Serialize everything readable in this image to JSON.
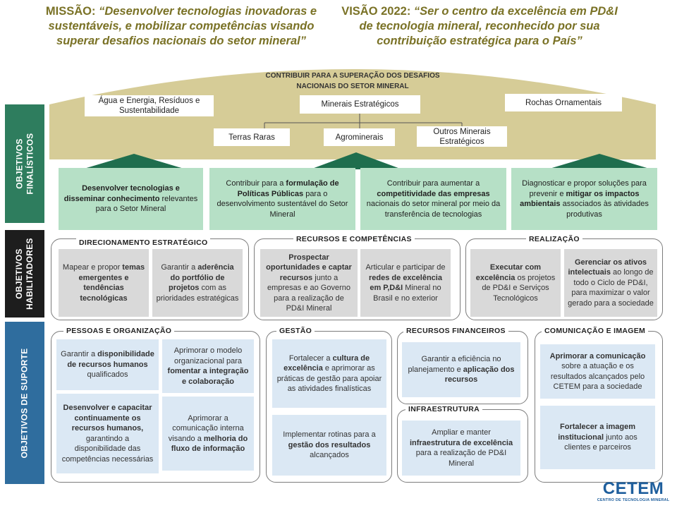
{
  "header": {
    "mission_label": "MISSÃO:",
    "mission_text": "“Desenvolver tecnologias inovadoras e sustentáveis, e mobilizar competências visando superar desafios nacionais do setor mineral”",
    "vision_label": "VISÃO 2022:",
    "vision_text": "“Ser o centro da excelência em PD&I de tecnologia mineral, reconhecido por sua contribuição estratégica para o País”"
  },
  "side_labels": {
    "finalisticos": "OBJETIVOS FINALÍSTICOS",
    "habilitadores": "OBJETIVOS HABILITADORES",
    "suporte": "OBJETIVOS DE SUPORTE"
  },
  "dome": {
    "title": "CONTRIBUIR  PARA A SUPERAÇÃO  DOS DESAFIOS  NACIONAIS DO SETOR MINERAL",
    "top_boxes": [
      "Água e Energia, Resíduos e Sustentabilidade",
      "Minerais Estratégicos",
      "Rochas Ornamentais"
    ],
    "sub_boxes": [
      "Terras Raras",
      "Agrominerais",
      "Outros Minerais Estratégicos"
    ]
  },
  "finalisticos": [
    {
      "pre": "",
      "bold": "Desenvolver tecnologias e disseminar conhecimento",
      "post": " relevantes para o Setor Mineral"
    },
    {
      "pre": "Contribuir para a ",
      "bold": "formulação de Políticas Públicas",
      "post": "  para o desenvolvimento sustentável do Setor Mineral"
    },
    {
      "pre": "Contribuir para aumentar a ",
      "bold": "competitividade das empresas",
      "post": " nacionais do setor mineral por meio da transferência de tecnologias"
    },
    {
      "pre": "Diagnosticar e propor soluções para prevenir e ",
      "bold": "mitigar os impactos ambientais",
      "post": " associados às atividades produtivas"
    }
  ],
  "habilitadores": {
    "direcionamento": {
      "title": "DIRECIONAMENTO  ESTRATÉGICO",
      "items": [
        {
          "pre": "Mapear e propor ",
          "bold": "temas emergentes e tendências tecnológicas",
          "post": ""
        },
        {
          "pre": "Garantir a ",
          "bold": "aderência do portfólio de projetos",
          "post": " com as prioridades estratégicas"
        }
      ]
    },
    "recursos": {
      "title": "RECURSOS  E COMPETÊNCIAS",
      "items": [
        {
          "pre": "",
          "bold": "Prospectar oportunidades e captar recursos",
          "post": " junto a empresas e ao Governo para a realização de PD&I Mineral"
        },
        {
          "pre": "Articular e participar de ",
          "bold": "redes de excelência em P,D&I",
          "post": " Mineral no Brasil e no exterior"
        }
      ]
    },
    "realizacao": {
      "title": "REALIZAÇÃO",
      "items": [
        {
          "pre": "",
          "bold": "Executar com excelência",
          "post": " os projetos de PD&I e Serviços Tecnológicos"
        },
        {
          "pre": "",
          "bold": "Gerenciar os ativos intelectuais",
          "post": " ao longo de todo o Ciclo de PD&I, para maximizar o valor gerado para a sociedade"
        }
      ]
    }
  },
  "suporte": {
    "pessoas": {
      "title": "PESSOAS  E ORGANIZAÇÃO",
      "items": [
        {
          "pre": "Garantir a ",
          "bold": "disponibilidade  de recursos humanos",
          "post": " qualificados"
        },
        {
          "pre": "Aprimorar o modelo organizacional para ",
          "bold": "fomentar a integração e colaboração",
          "post": ""
        },
        {
          "pre": "",
          "bold": "Desenvolver  e capacitar continuamente os recursos humanos,",
          "post": " garantindo a disponibilidade das competências necessárias"
        },
        {
          "pre": "Aprimorar a comunicação interna visando a ",
          "bold": "melhoria do fluxo de informação",
          "post": ""
        }
      ]
    },
    "gestao": {
      "title": "GESTÃO",
      "items": [
        {
          "pre": "Fortalecer a ",
          "bold": "cultura de excelência",
          "post": " e aprimorar as práticas de gestão para apoiar as atividades finalísticas"
        },
        {
          "pre": "Implementar rotinas para a ",
          "bold": "gestão dos resultados",
          "post": " alcançados"
        }
      ]
    },
    "financeiros": {
      "title": "RECURSOS  FINANCEIROS",
      "items": [
        {
          "pre": "Garantir a eficiência no planejamento e ",
          "bold": "aplicação dos recursos",
          "post": ""
        }
      ]
    },
    "infraestrutura": {
      "title": "INFRAESTRUTURA",
      "items": [
        {
          "pre": "Ampliar e manter ",
          "bold": "infraestrutura de excelência",
          "post": " para a realização de PD&I Mineral"
        }
      ]
    },
    "comunicacao": {
      "title": "COMUNICAÇÃO  E IMAGEM",
      "items": [
        {
          "pre": "",
          "bold": "Aprimorar a comunicação",
          "post": " sobre a atuação e os resultados alcançados pelo CETEM  para a sociedade"
        },
        {
          "pre": "",
          "bold": "Fortalecer a imagem institucional",
          "post": "  junto aos clientes e parceiros"
        }
      ]
    }
  },
  "logo": {
    "brand": "CETEM",
    "subtitle": "CENTRO DE TECNOLOGIA MINERAL"
  },
  "colors": {
    "mission_text": "#7a7226",
    "dome_fill": "#d6cc97",
    "finalistic_side": "#2e7d5e",
    "finalistic_box": "#b6e0c6",
    "arrow": "#1f6e4e",
    "habilitador_side": "#1d1d1d",
    "gray_box": "#d9d9d9",
    "suporte_side": "#2f6d9e",
    "blue_box": "#dbe8f4",
    "logo": "#1f5f9d"
  }
}
